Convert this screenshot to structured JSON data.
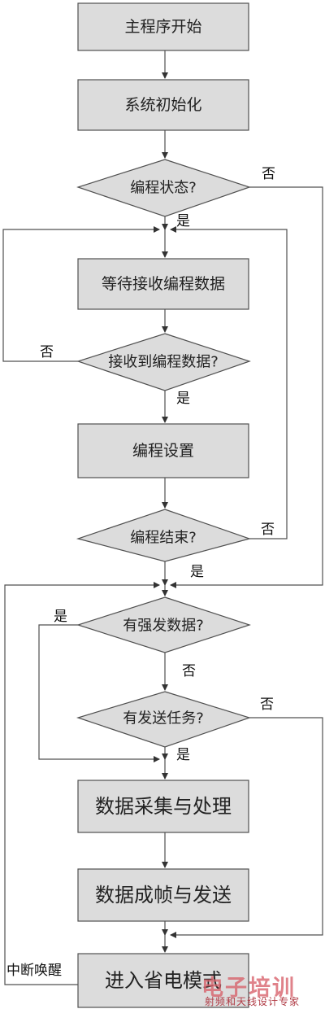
{
  "nodes": {
    "start": "主程序开始",
    "init": "系统初始化",
    "prog_state": "编程状态?",
    "wait_recv": "等待接收编程数据",
    "recv_data": "接收到编程数据?",
    "prog_set": "编程设置",
    "prog_end": "编程结束?",
    "forced_data": "有强发数据?",
    "send_task": "有发送任务?",
    "collect": "数据采集与处理",
    "framing": "数据成帧与发送",
    "power_save": "进入省电模式"
  },
  "labels": {
    "prog_state_no": "否",
    "prog_state_yes": "是",
    "recv_no": "否",
    "recv_yes": "是",
    "prog_end_no": "否",
    "prog_end_yes": "是",
    "forced_yes": "是",
    "forced_no": "否",
    "task_no": "否",
    "task_yes": "是",
    "interrupt_wakeup": "中断唤醒"
  },
  "watermark": {
    "main": "电子培训",
    "sub": "射频和天线设计专家"
  },
  "colors": {
    "box_fill": "#dcdcdc",
    "stroke": "#505050",
    "watermark": "#d8606a"
  }
}
